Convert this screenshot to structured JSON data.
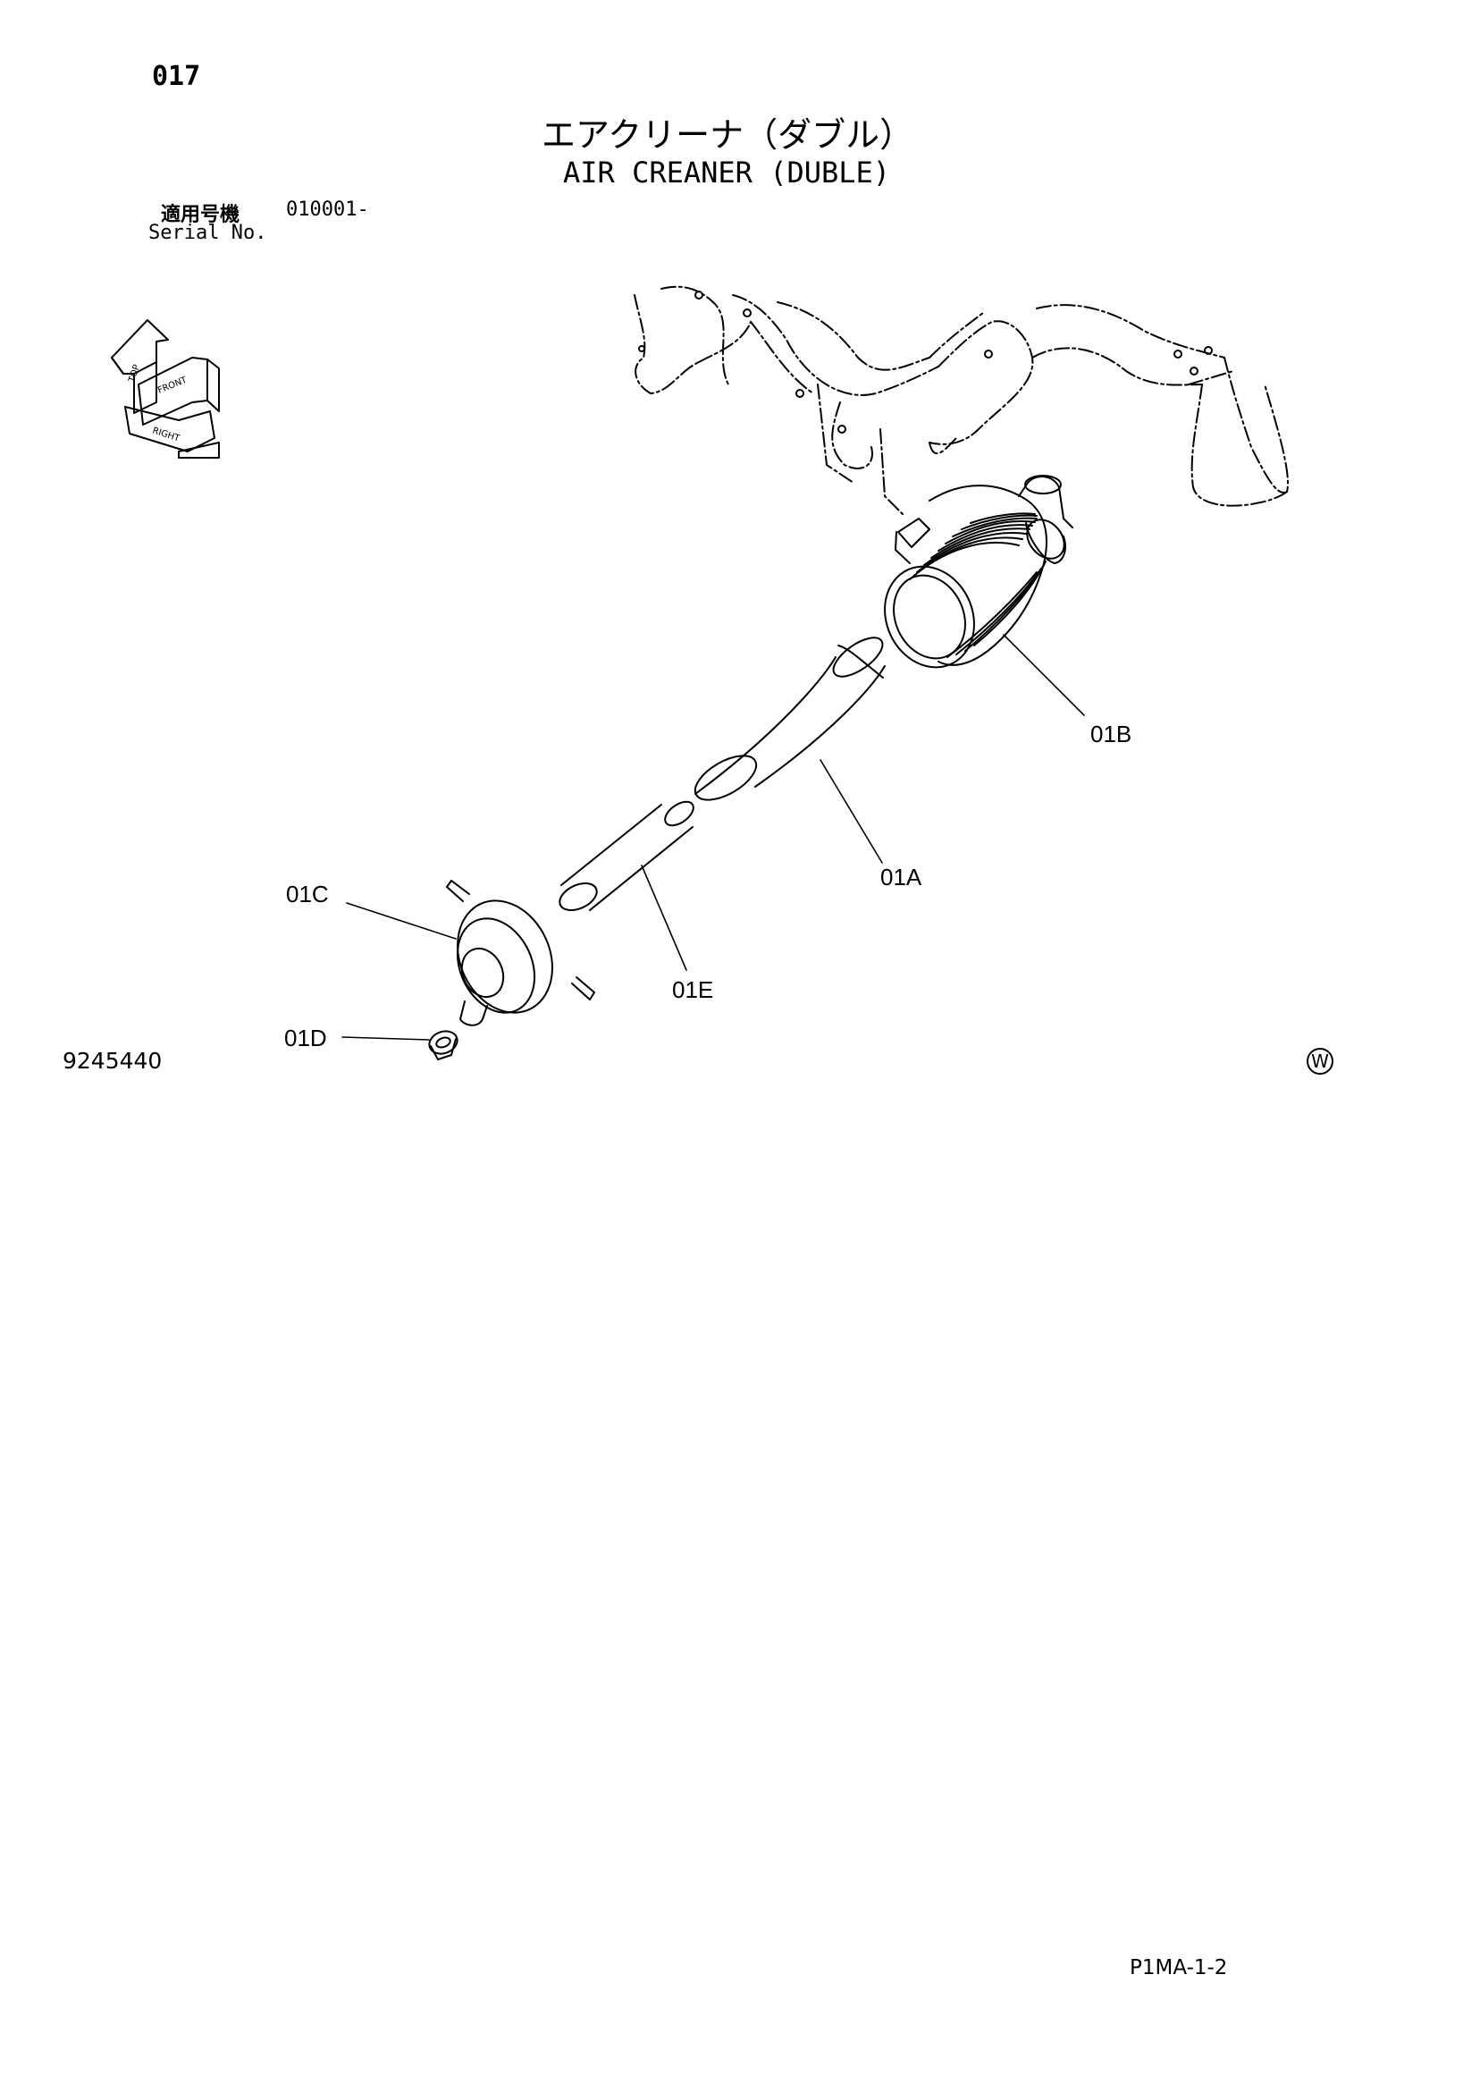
{
  "header": {
    "page_number": "017",
    "title_jp": "エアクリーナ（ダブル）",
    "title_en": "AIR CREANER (DUBLE)",
    "serial_label_jp": "適用号機",
    "serial_label_en": "Serial No.",
    "serial_value": "010001-"
  },
  "parts": {
    "p01A": "01A",
    "p01B": "01B",
    "p01C": "01C",
    "p01D": "01D",
    "p01E": "01E"
  },
  "orientation": {
    "top": "TOP",
    "front": "FRONT",
    "right": "RIGHT"
  },
  "footer": {
    "drawing_number": "9245440",
    "mark": "W",
    "page_code": "P1MA-1-2"
  }
}
